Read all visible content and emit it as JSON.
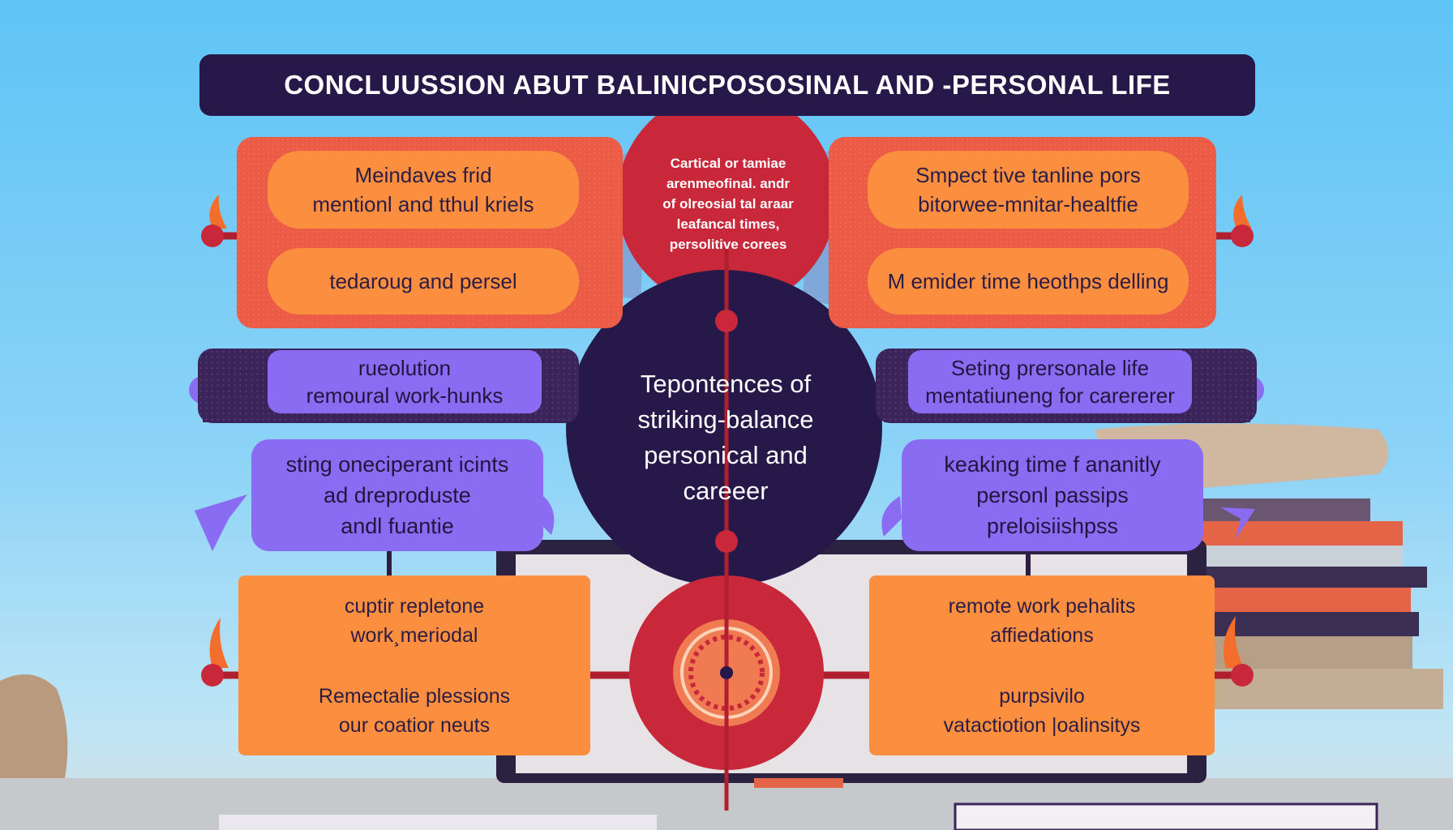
{
  "title": "CONCLUUSSION ABUT BALINICPOSOSINAL AND -PERSONAL LIFE",
  "center": {
    "text": "Tepontences of\nstriking-balance\npersonical and\ncareeer"
  },
  "top_circle": {
    "text": "Cartical or tamiae\narenmeofinal. andr\nof olreosial tal araar\nleafancal times,\npersolitive corees"
  },
  "top_left_panel": {
    "upper": "Meindaves frid\nmentionl and tthul kriels",
    "lower": "tedaroug  and persel"
  },
  "top_right_panel": {
    "upper": "Smpect tive tanline pors\nbitorwee-mnitar-healtfie",
    "lower": "M emider time heothps delling"
  },
  "mid_left_pill": {
    "text": "rueolution\nremoural  work-hunks"
  },
  "mid_right_pill": {
    "text": "Seting prersonale life\nmentatiuneng for carererer"
  },
  "left_violet": {
    "text": "sting oneciperant icints\nad dreproduste\nandl fuantie"
  },
  "right_violet": {
    "text": "keaking time f  ananitly\npersonl passips\npreloisiishpss"
  },
  "bottom_left_box": {
    "upper": "cuptir repletone\nwork¸meriodal",
    "lower": "Remectalie plessions\nour coatior neuts"
  },
  "bottom_right_box": {
    "upper": "remote work pehalits\naffiedations",
    "lower": "purpsivilo\nvatactiotion |oalinsitys"
  },
  "colors": {
    "sky": "#5ec4f6",
    "navy": "#27184a",
    "red": "#c8283a",
    "coral": "#ec5b45",
    "orange": "#fb8e3f",
    "violet": "#8a6cf2",
    "dark_line": "#b01f2d"
  },
  "icons": [
    "clock-icon",
    "flame-icon",
    "arrow-icon",
    "book-stack-icon",
    "laptop-icon"
  ]
}
